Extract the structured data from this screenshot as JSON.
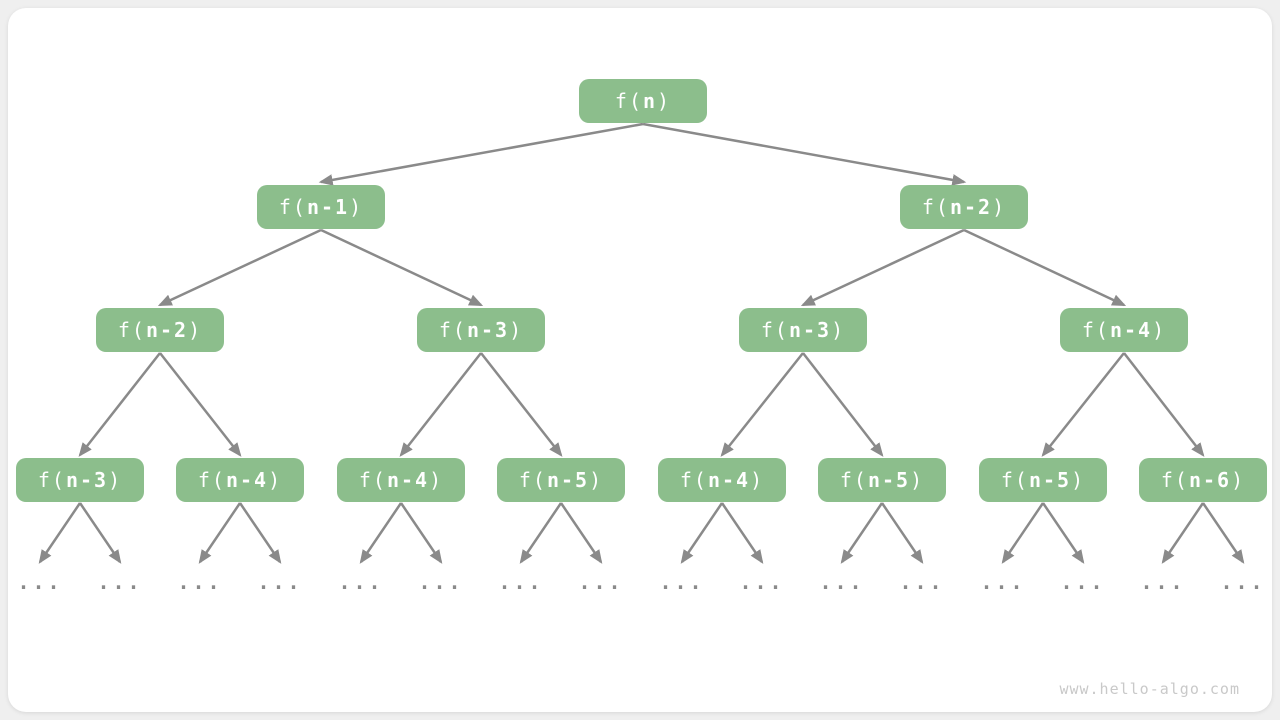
{
  "colors": {
    "node_bg": "#8CBE8C",
    "node_text": "#FFFFFF",
    "arrow": "#8A8A8A",
    "ellipsis_text": "#8A8A8A",
    "watermark_text": "#C9C9C9",
    "canvas_bg": "#FFFFFF",
    "page_bg": "#EFEFEF"
  },
  "watermark": "www.hello-algo.com",
  "ellipsis": {
    "label": "..."
  },
  "tree": {
    "root": {
      "pre": "f(",
      "bold": "n",
      "post": ")"
    },
    "level2": [
      {
        "pre": "f(",
        "bold": "n-1",
        "post": ")"
      },
      {
        "pre": "f(",
        "bold": "n-2",
        "post": ")"
      }
    ],
    "level3": [
      {
        "pre": "f(",
        "bold": "n-2",
        "post": ")"
      },
      {
        "pre": "f(",
        "bold": "n-3",
        "post": ")"
      },
      {
        "pre": "f(",
        "bold": "n-3",
        "post": ")"
      },
      {
        "pre": "f(",
        "bold": "n-4",
        "post": ")"
      }
    ],
    "level4": [
      {
        "pre": "f(",
        "bold": "n-3",
        "post": ")"
      },
      {
        "pre": "f(",
        "bold": "n-4",
        "post": ")"
      },
      {
        "pre": "f(",
        "bold": "n-4",
        "post": ")"
      },
      {
        "pre": "f(",
        "bold": "n-5",
        "post": ")"
      },
      {
        "pre": "f(",
        "bold": "n-4",
        "post": ")"
      },
      {
        "pre": "f(",
        "bold": "n-5",
        "post": ")"
      },
      {
        "pre": "f(",
        "bold": "n-5",
        "post": ")"
      },
      {
        "pre": "f(",
        "bold": "n-6",
        "post": ")"
      }
    ]
  }
}
